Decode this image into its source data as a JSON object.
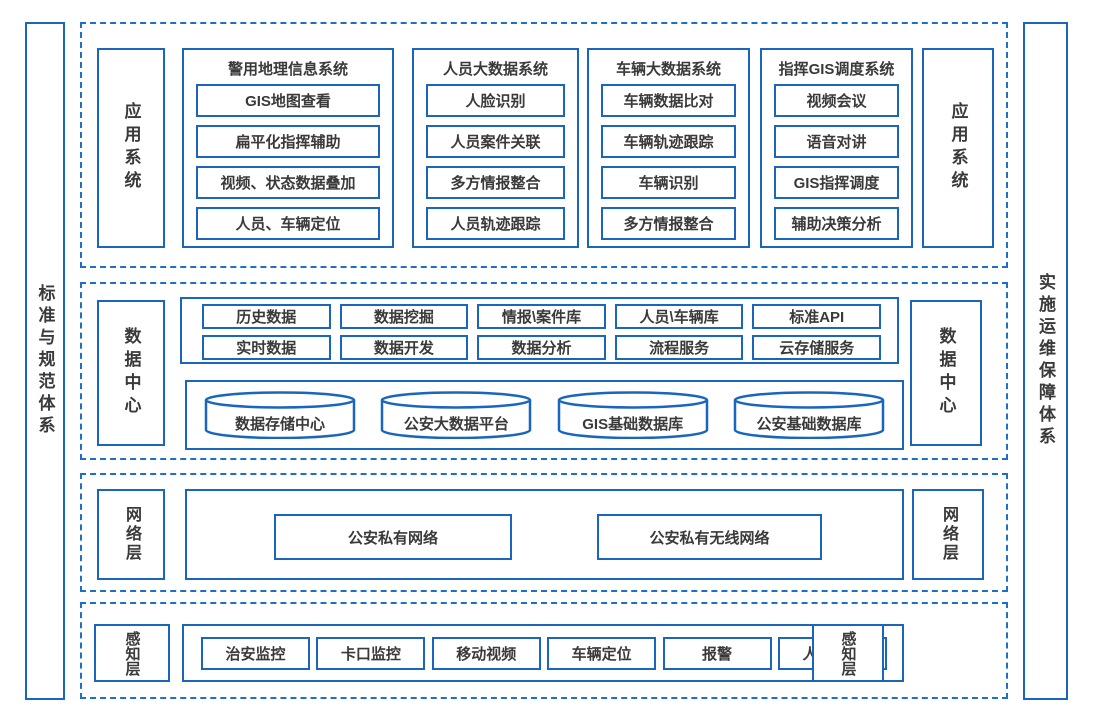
{
  "colors": {
    "line_blue": "#1a66bd",
    "dash_blue": "#1e70c6",
    "text_dark": "#3a3a3a"
  },
  "side_bars": {
    "left": "标准与规范体系",
    "right": "实施运维保障体系"
  },
  "layers": {
    "application": {
      "label": "应用系统",
      "panels": [
        {
          "title": "警用地理信息系统",
          "items": [
            "GIS地图查看",
            "扁平化指挥辅助",
            "视频、状态数据叠加",
            "人员、车辆定位"
          ]
        },
        {
          "title": "人员大数据系统",
          "items": [
            "人脸识别",
            "人员案件关联",
            "多方情报整合",
            "人员轨迹跟踪"
          ]
        },
        {
          "title": "车辆大数据系统",
          "items": [
            "车辆数据比对",
            "车辆轨迹跟踪",
            "车辆识别",
            "多方情报整合"
          ]
        },
        {
          "title": "指挥GIS调度系统",
          "items": [
            "视频会议",
            "语音对讲",
            "GIS指挥调度",
            "辅助决策分析"
          ]
        }
      ]
    },
    "data_center": {
      "label": "数据中心",
      "service_rows": [
        [
          "历史数据",
          "数据挖掘",
          "情报\\案件库",
          "人员\\车辆库",
          "标准API"
        ],
        [
          "实时数据",
          "数据开发",
          "数据分析",
          "流程服务",
          "云存储服务"
        ]
      ],
      "databases": [
        "数据存储中心",
        "公安大数据平台",
        "GIS基础数据库",
        "公安基础数据库"
      ]
    },
    "network": {
      "label": "网络层",
      "items": [
        "公安私有网络",
        "公安私有无线网络"
      ]
    },
    "perception": {
      "label": "感知层",
      "items": [
        "治安监控",
        "卡口监控",
        "移动视频",
        "车辆定位",
        "报警",
        "人员定位"
      ]
    }
  }
}
